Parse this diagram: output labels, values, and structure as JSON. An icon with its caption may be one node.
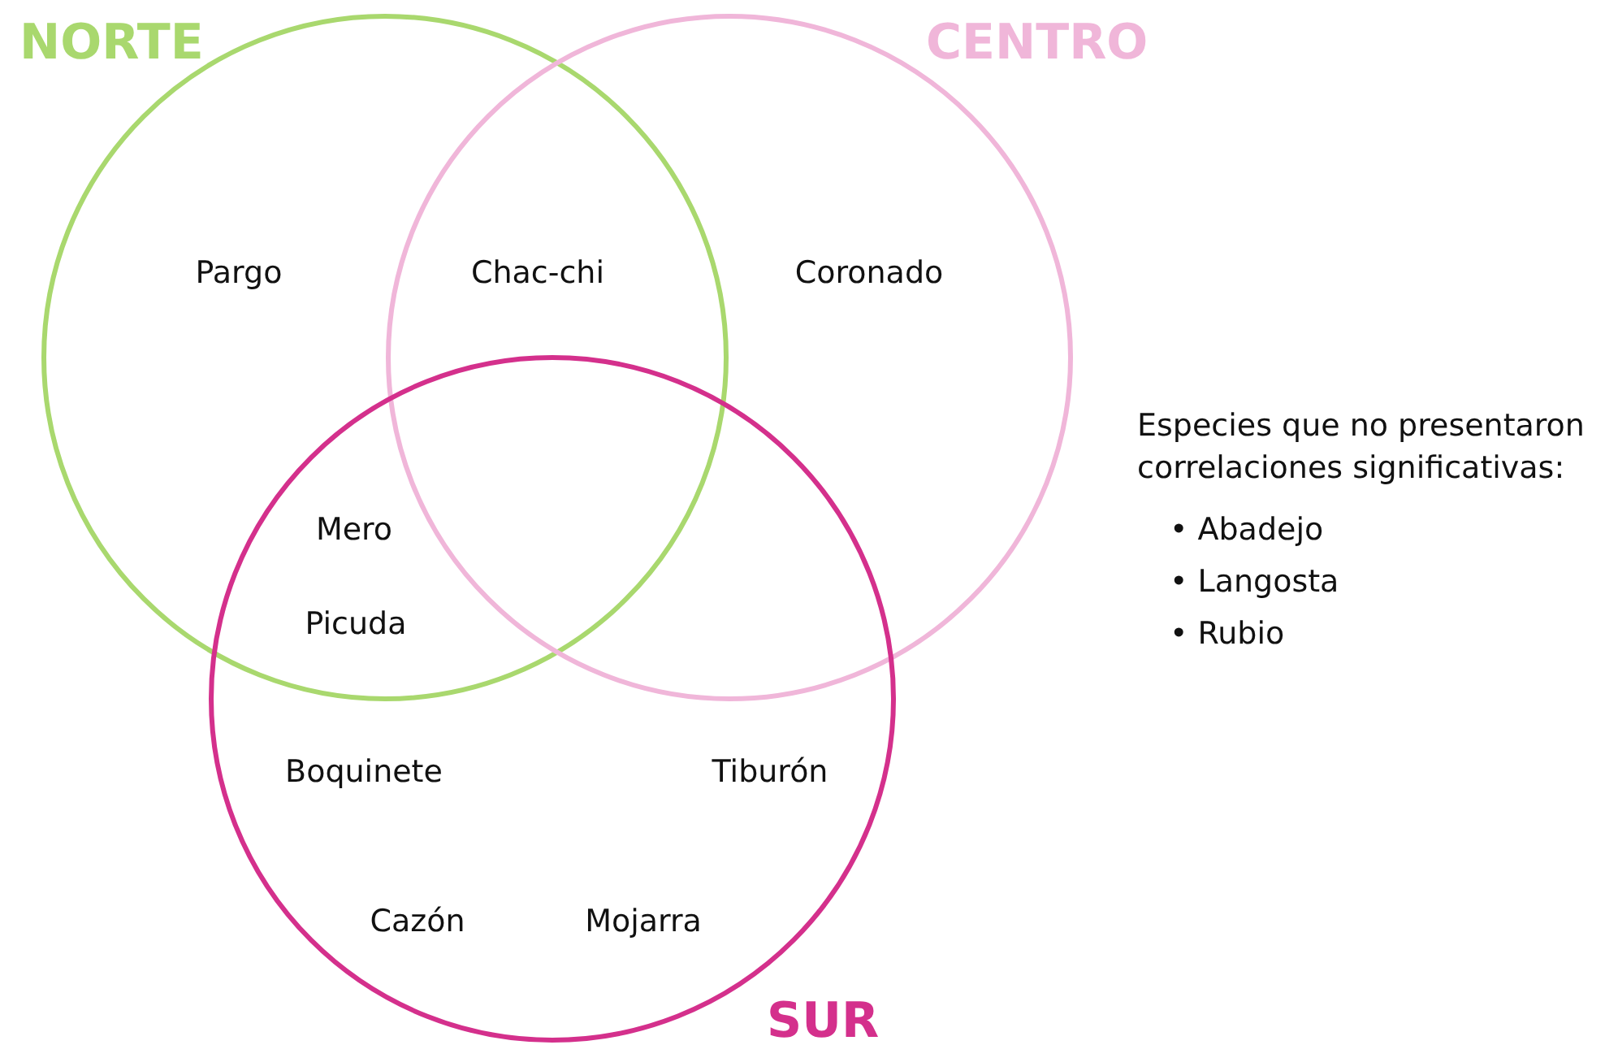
{
  "diagram": {
    "nodes": [
      {
        "text": [
          "NORTE"
        ]
      },
      {
        "text": [
          "CENTRO"
        ]
      },
      {
        "text": [
          "SUR"
        ]
      }
    ],
    "labels": [
      "Pargo",
      "Chac-chi",
      "Coronado",
      "Especies que no presentaron correlaciones significativas:",
      "Mero",
      "• Abadejo",
      "Picuda",
      "• Langosta",
      "• Rubio",
      "Boquinete",
      "Tiburón",
      "Cazón",
      "Mojarra"
    ]
  }
}
